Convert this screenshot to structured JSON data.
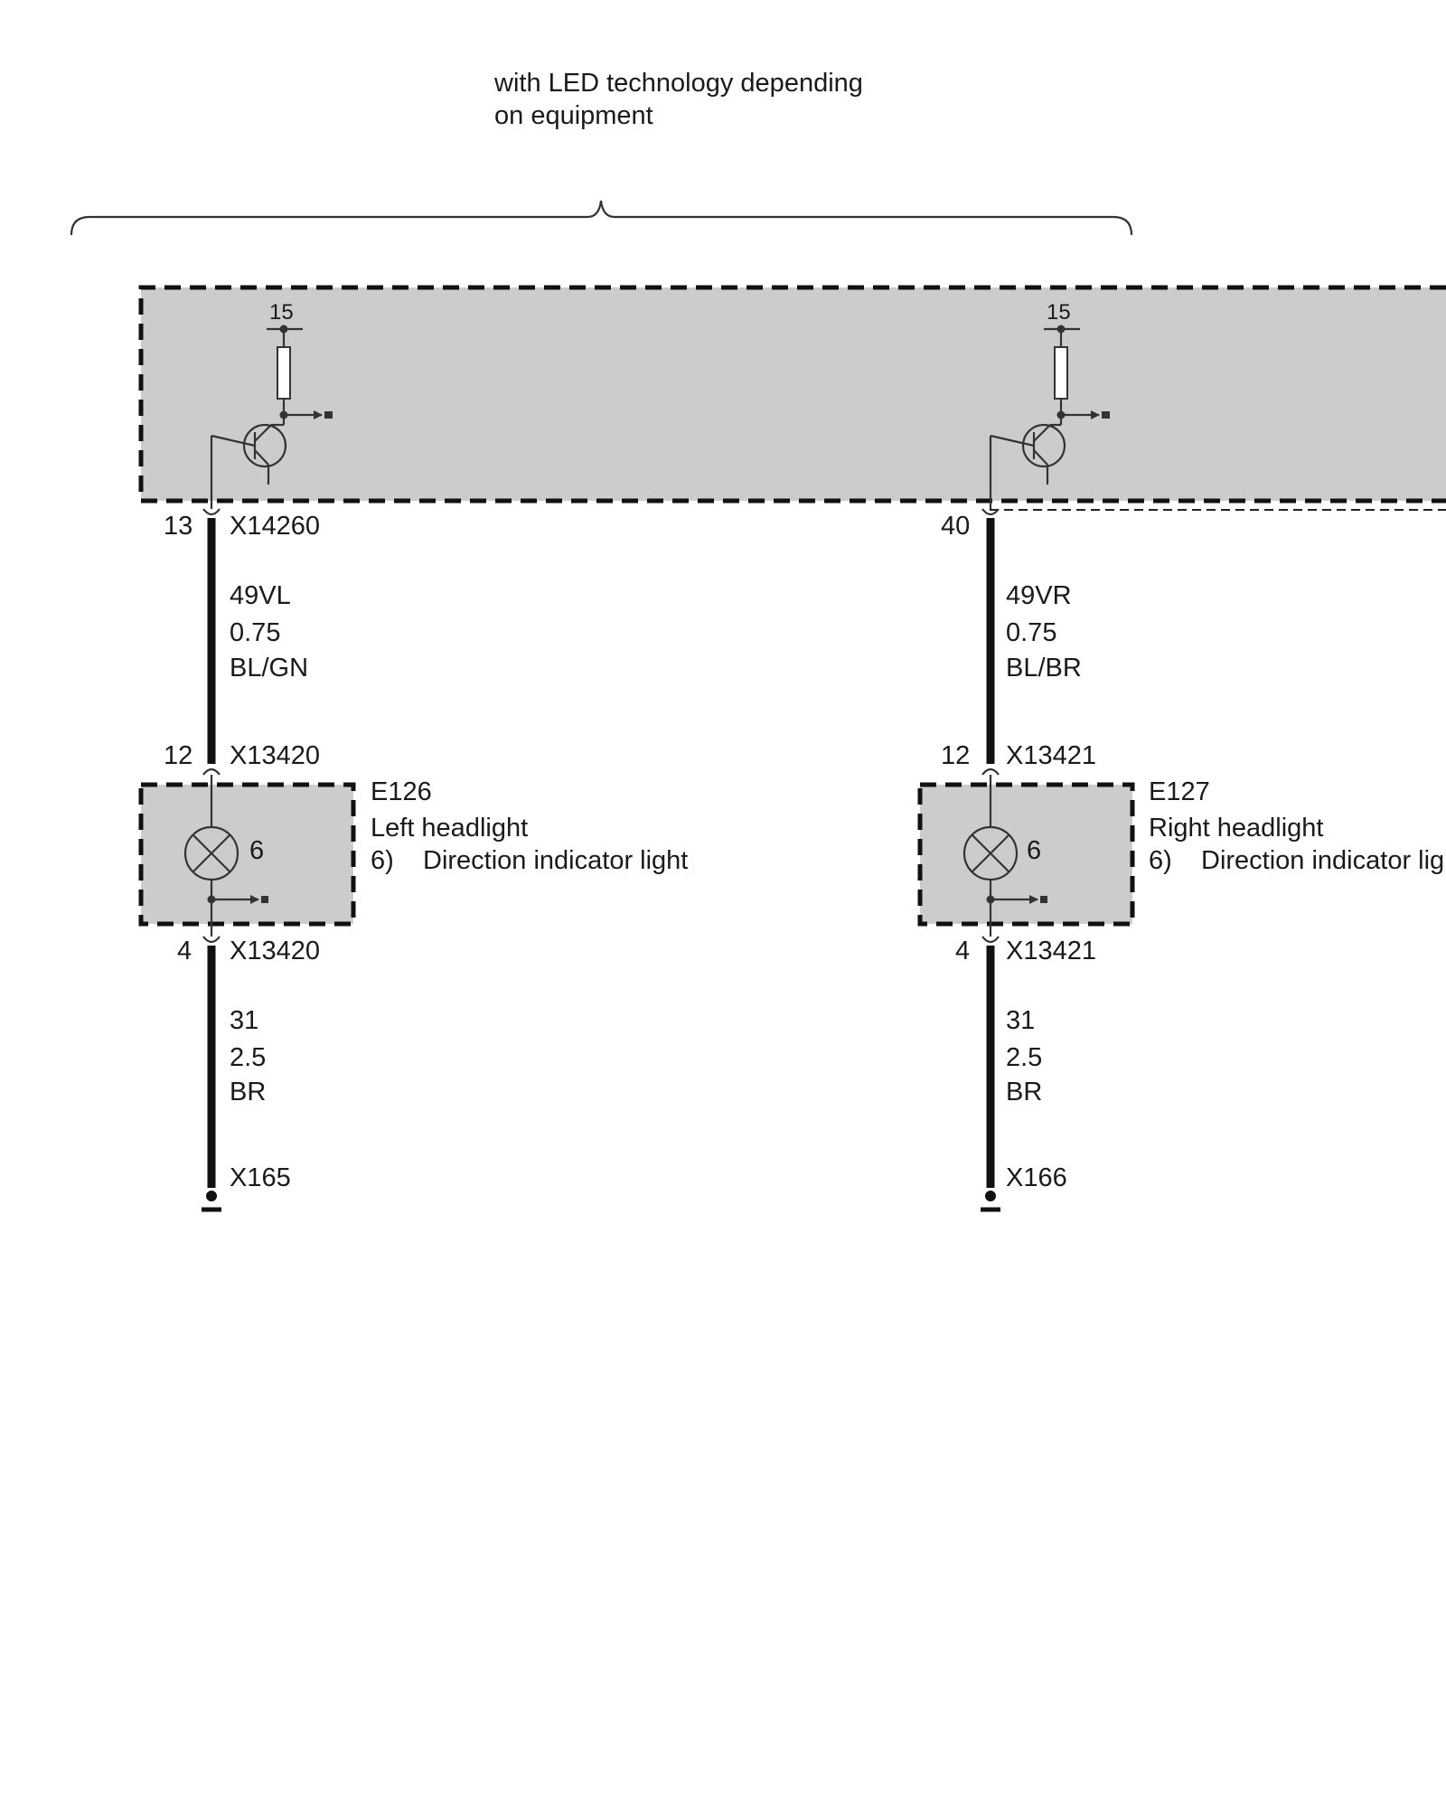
{
  "header": {
    "note_line1": "with LED technology depending",
    "note_line2": "on equipment"
  },
  "control_unit": {
    "left_supply": "15",
    "right_supply": "15"
  },
  "left": {
    "upper_pin": "13",
    "upper_connector": "X14260",
    "wire_id": "49VL",
    "wire_size": "0.75",
    "wire_color": "BL/GN",
    "lamp_in_pin": "12",
    "lamp_in_connector": "X13420",
    "component_id": "E126",
    "component_name": "Left headlight",
    "bulb_num": "6",
    "note_ref": "6)",
    "note_text": "Direction indicator light",
    "lamp_out_pin": "4",
    "lamp_out_connector": "X13420",
    "ground_wire_id": "31",
    "ground_wire_size": "2.5",
    "ground_wire_color": "BR",
    "ground_point": "X165"
  },
  "right": {
    "upper_pin": "40",
    "upper_connector": "",
    "wire_id": "49VR",
    "wire_size": "0.75",
    "wire_color": "BL/BR",
    "lamp_in_pin": "12",
    "lamp_in_connector": "X13421",
    "component_id": "E127",
    "component_name": "Right headlight",
    "bulb_num": "6",
    "note_ref": "6)",
    "note_text": "Direction indicator light",
    "lamp_out_pin": "4",
    "lamp_out_connector": "X13421",
    "ground_wire_id": "31",
    "ground_wire_size": "2.5",
    "ground_wire_color": "BR",
    "ground_point": "X166"
  }
}
